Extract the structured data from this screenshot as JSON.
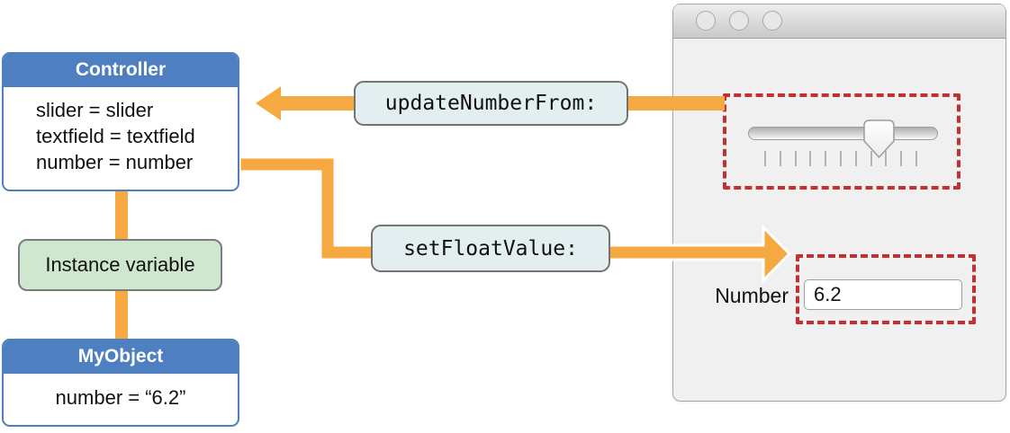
{
  "boxes": {
    "controller": {
      "title": "Controller",
      "lines": [
        "slider = slider",
        "textfield = textfield",
        "number = number"
      ]
    },
    "instance_variable": {
      "label": "Instance variable"
    },
    "my_object": {
      "title": "MyObject",
      "lines": [
        "number = “6.2”"
      ]
    }
  },
  "messages": {
    "update_number_from": "updateNumberFrom:",
    "set_float_value": "setFloatValue:"
  },
  "window": {
    "traffic_lights": [
      "close",
      "minimize",
      "zoom"
    ],
    "slider": {
      "tick_count": 11,
      "thumb_position": 0.69
    },
    "number_field": {
      "label": "Number",
      "value": "6.2"
    }
  },
  "colors": {
    "accent_orange": "#F7A941",
    "header_blue": "#4E7FC0",
    "green_fill": "#CFE6CF",
    "label_fill": "#E2EEF0",
    "dashed_red": "#C2302F",
    "window_bg": "#F0F0F0"
  }
}
